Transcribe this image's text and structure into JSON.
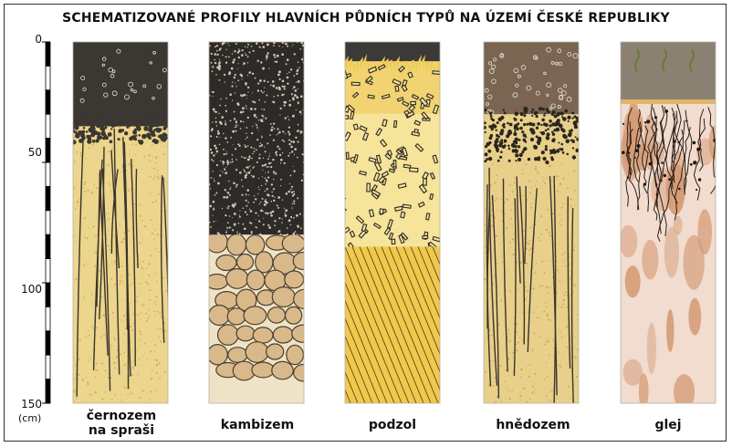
{
  "title": "SCHEMATIZOVANÉ PROFILY HLAVNÍCH PŮDNÍCH TYPŮ NA ÚZEMÍ ČESKÉ REPUBLIKY",
  "axis": {
    "ticks": [
      "0",
      "50",
      "100",
      "150"
    ],
    "tick_values": [
      0,
      50,
      100,
      150
    ],
    "unit": "(cm)",
    "range": [
      0,
      150
    ]
  },
  "profiles": [
    {
      "id": "cernozem",
      "label_line1": "černozem",
      "label_line2": "na spraši",
      "horizons": [
        {
          "from": 0,
          "to": 35,
          "kind": "dark-humus"
        },
        {
          "from": 35,
          "to": 150,
          "kind": "loess"
        }
      ]
    },
    {
      "id": "kambizem",
      "label_line1": "kambizem",
      "label_line2": "",
      "horizons": [
        {
          "from": 0,
          "to": 80,
          "kind": "dark-crumb"
        },
        {
          "from": 80,
          "to": 150,
          "kind": "stones"
        }
      ]
    },
    {
      "id": "podzol",
      "label_line1": "podzol",
      "label_line2": "",
      "horizons": [
        {
          "from": 0,
          "to": 8,
          "kind": "litter"
        },
        {
          "from": 8,
          "to": 85,
          "kind": "bleached"
        },
        {
          "from": 85,
          "to": 150,
          "kind": "illuvial"
        }
      ]
    },
    {
      "id": "hnedozem",
      "label_line1": "hnědozem",
      "label_line2": "",
      "horizons": [
        {
          "from": 0,
          "to": 30,
          "kind": "brown-humus"
        },
        {
          "from": 30,
          "to": 50,
          "kind": "transition"
        },
        {
          "from": 50,
          "to": 150,
          "kind": "loess-clay"
        }
      ]
    },
    {
      "id": "glej",
      "label_line1": "glej",
      "label_line2": "",
      "horizons": [
        {
          "from": 0,
          "to": 25,
          "kind": "gray-top"
        },
        {
          "from": 25,
          "to": 150,
          "kind": "mottled"
        }
      ]
    }
  ],
  "colors": {
    "dark": "#3b3733",
    "loess": "#ecd58c",
    "loessDot": "#cfae55",
    "podzolPale": "#f5e49a",
    "podzolIlluvial": "#f1c84a",
    "hnedoTop": "#7a6552",
    "glejTop": "#8b8173",
    "glejBase": "#f1dccf",
    "glejMottle": "#d49a74",
    "stone": "#d9b98a",
    "stoneEdge": "#4b3e2f"
  }
}
